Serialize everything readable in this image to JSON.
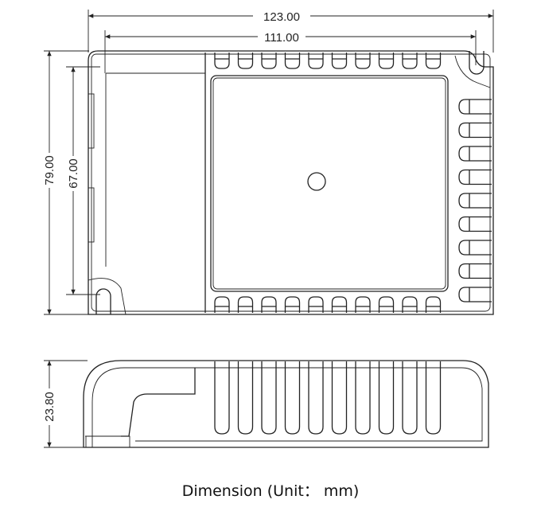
{
  "dimensions": {
    "overall_length": "123.00",
    "mounting_length": "111.00",
    "overall_width": "79.00",
    "mounting_width": "67.00",
    "height": "23.80"
  },
  "caption": "Dimension (Unit： mm)"
}
